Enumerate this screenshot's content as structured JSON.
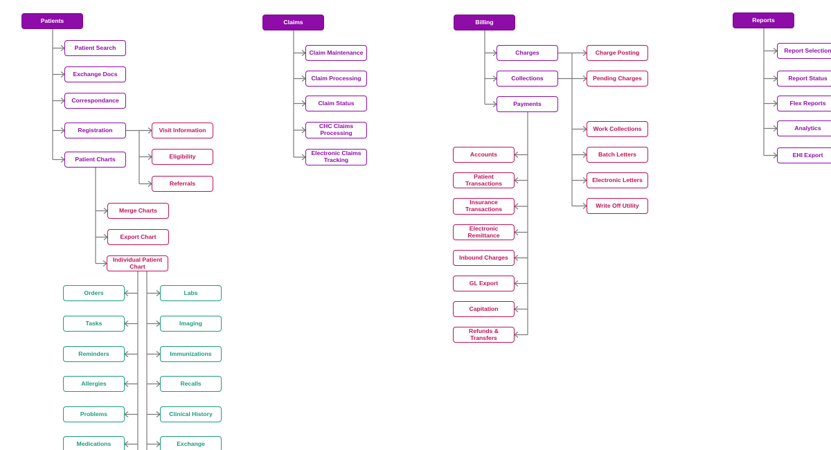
{
  "colors": {
    "header_fill": "#8e0ca8",
    "header_border": "#7a0a91",
    "level1": "#8e0ca8",
    "level2": "#c0105a",
    "level3": "#1a9c7f",
    "connector": "#7a7a7a"
  },
  "nodes": {
    "patients": "Patients",
    "patient_search": "Patient Search",
    "exchange_docs": "Exchange Docs",
    "correspondance": "Correspondance",
    "registration": "Registration",
    "patient_charts": "Patient Charts",
    "visit_information": "Visit Information",
    "eligibility": "Eligibility",
    "referrals": "Referrals",
    "merge_charts": "Merge Charts",
    "export_chart": "Export Chart",
    "individual_patient_chart": "Individual Patient Chart",
    "orders": "Orders",
    "tasks": "Tasks",
    "reminders": "Reminders",
    "allergies": "Allergies",
    "problems": "Problems",
    "medications": "Medications",
    "labs": "Labs",
    "imaging": "Imaging",
    "immunizations": "Immunizations",
    "recalls": "Recalls",
    "clinical_history": "Clinical History",
    "exchange": "Exchange",
    "claims": "Claims",
    "claim_maintenance": "Claim Maintenance",
    "claim_processing": "Claim Processing",
    "claim_status": "Claim Status",
    "chc_claims_processing": "CHC Claims Processing",
    "electronic_claims_tracking": "Electronic Claims Tracking",
    "billing": "Billing",
    "charges": "Charges",
    "collections": "Collections",
    "payments": "Payments",
    "charge_posting": "Charge Posting",
    "pending_charges": "Pending Charges",
    "work_collections": "Work Collections",
    "batch_letters": "Batch Letters",
    "electronic_letters": "Electronic Letters",
    "write_off_utility": "Write Off Utility",
    "accounts": "Accounts",
    "patient_transactions": "Patient Transactions",
    "insurance_transactions": "Insurance Transactions",
    "electronic_remittance": "Electronic Remittance",
    "inbound_charges": "Inbound Charges",
    "gl_export": "GL Export",
    "capitation": "Capitation",
    "refunds_transfers": "Refunds & Transfers",
    "reports": "Reports",
    "report_selection": "Report Selection",
    "report_status": "Report Status",
    "flex_reports": "Flex Reports",
    "analytics": "Analytics",
    "ehi_export": "EHI Export"
  }
}
